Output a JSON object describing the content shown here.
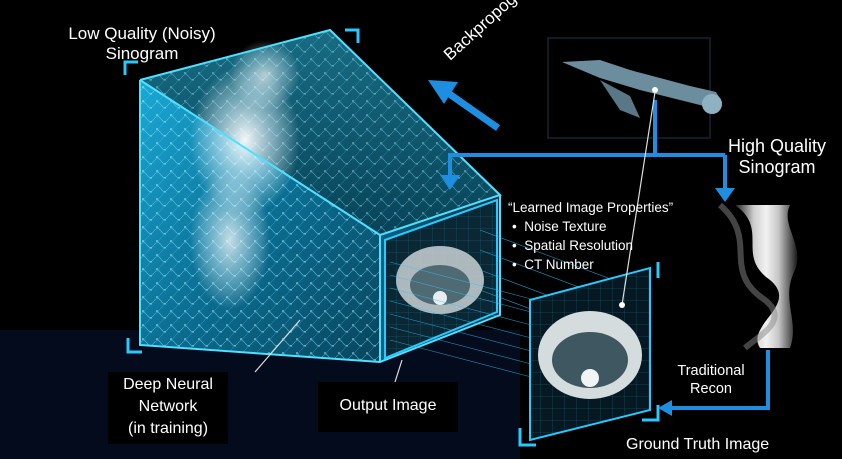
{
  "labels": {
    "low_quality_line1": "Low Quality (Noisy)",
    "low_quality_line2": "Sinogram",
    "backpropagation": "Backpropogation",
    "high_quality_line1": "High Quality",
    "high_quality_line2": "Sinogram",
    "learned_title": "“Learned Image Properties”",
    "learned_items": [
      "Noise Texture",
      "Spatial Resolution",
      "CT Number"
    ],
    "dnn_line1": "Deep Neural",
    "dnn_line2": "Network",
    "dnn_line3": "(in training)",
    "output_image": "Output Image",
    "traditional_line1": "Traditional",
    "traditional_line2": "Recon",
    "ground_truth": "Ground Truth Image"
  },
  "colors": {
    "background": "#000000",
    "accent_cyan": "#17c8ff",
    "arrow_blue": "#1e8fe0",
    "cube_face": "#0b5a78",
    "text": "#ffffff"
  },
  "icons": [
    "human-body-model-icon",
    "ct-slice-image",
    "sinogram-image"
  ]
}
